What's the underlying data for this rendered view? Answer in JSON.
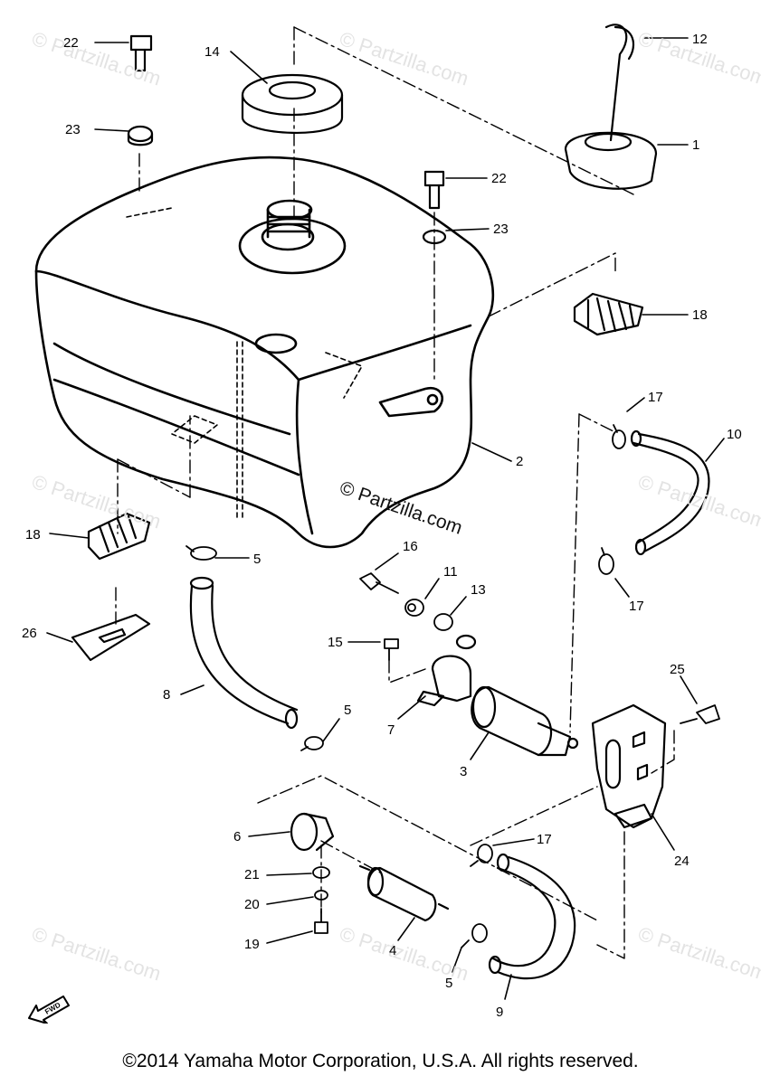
{
  "watermark": {
    "text": "© Partzilla.com"
  },
  "parts": [
    {
      "id": "22a",
      "label": "22"
    },
    {
      "id": "23a",
      "label": "23"
    },
    {
      "id": "14",
      "label": "14"
    },
    {
      "id": "12",
      "label": "12"
    },
    {
      "id": "1",
      "label": "1"
    },
    {
      "id": "22b",
      "label": "22"
    },
    {
      "id": "23b",
      "label": "23"
    },
    {
      "id": "18a",
      "label": "18"
    },
    {
      "id": "2",
      "label": "2"
    },
    {
      "id": "17a",
      "label": "17"
    },
    {
      "id": "10",
      "label": "10"
    },
    {
      "id": "18b",
      "label": "18"
    },
    {
      "id": "5a",
      "label": "5"
    },
    {
      "id": "16",
      "label": "16"
    },
    {
      "id": "11",
      "label": "11"
    },
    {
      "id": "13",
      "label": "13"
    },
    {
      "id": "17b",
      "label": "17"
    },
    {
      "id": "26",
      "label": "26"
    },
    {
      "id": "15",
      "label": "15"
    },
    {
      "id": "25",
      "label": "25"
    },
    {
      "id": "8",
      "label": "8"
    },
    {
      "id": "7",
      "label": "7"
    },
    {
      "id": "5b",
      "label": "5"
    },
    {
      "id": "3",
      "label": "3"
    },
    {
      "id": "6",
      "label": "6"
    },
    {
      "id": "17c",
      "label": "17"
    },
    {
      "id": "24",
      "label": "24"
    },
    {
      "id": "21",
      "label": "21"
    },
    {
      "id": "20",
      "label": "20"
    },
    {
      "id": "19",
      "label": "19"
    },
    {
      "id": "4",
      "label": "4"
    },
    {
      "id": "5c",
      "label": "5"
    },
    {
      "id": "9",
      "label": "9"
    }
  ],
  "fwd_label": "FWD",
  "copyright": "©2014  Yamaha Motor Corporation, U.S.A. All rights reserved."
}
